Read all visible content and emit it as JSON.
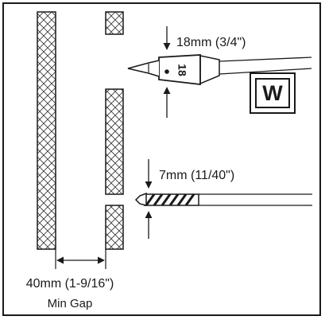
{
  "labels": {
    "spade_size": "18mm (3/4\")",
    "masonry_size": "7mm (11/40\")",
    "gap_size": "40mm (1-9/16\")",
    "gap_caption": "Min Gap",
    "bit_marking": "18",
    "badge_letter": "W"
  },
  "colors": {
    "line": "#1a1a1a",
    "background": "#ffffff",
    "hatch": "#333333"
  },
  "icons": [
    "spade-drill-bit",
    "masonry-drill-bit",
    "wood-badge",
    "arrow-down",
    "arrow-up",
    "double-arrow"
  ]
}
